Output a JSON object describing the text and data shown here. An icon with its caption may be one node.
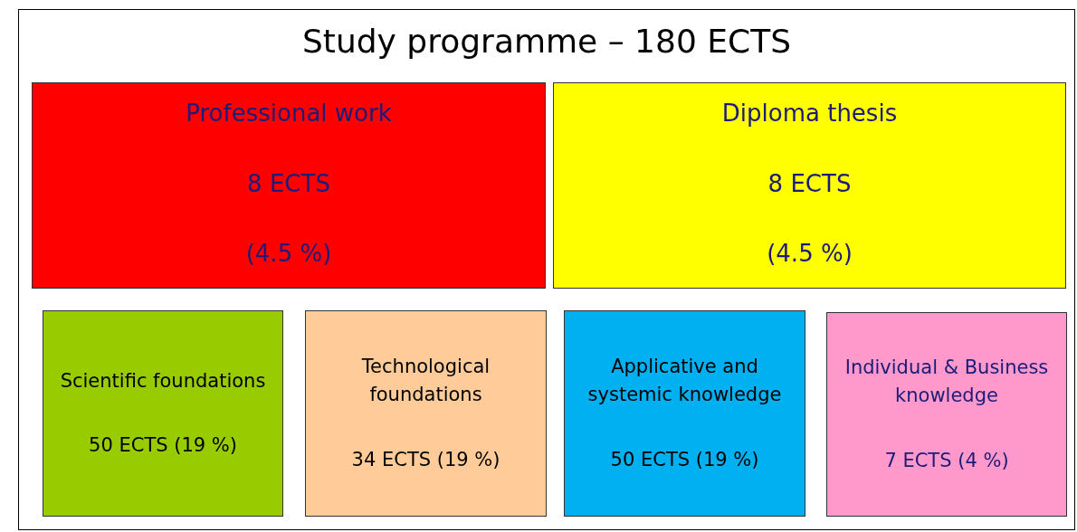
{
  "diagram": {
    "nodes": [
      {
        "text": [
          "Study programme – 180 ECTS"
        ]
      },
      {
        "text": [
          "Professional work",
          "8 ECTS",
          "(4.5 %)"
        ],
        "in": 0
      },
      {
        "text": [
          "Diploma thesis",
          "8 ECTS",
          "(4.5 %)"
        ],
        "in": 0
      },
      {
        "text": [
          "Scientific foundations",
          "50 ECTS (19 %)"
        ],
        "in": 0
      },
      {
        "text": [
          "Technological foundations",
          "34 ECTS (19 %)"
        ],
        "in": 0
      },
      {
        "text": [
          "Applicative and systemic knowledge",
          "50 ECTS (19 %)"
        ],
        "in": 0
      },
      {
        "text": [
          "Individual & Business knowledge",
          "7 ECTS (4 %)"
        ],
        "in": 0
      }
    ]
  }
}
